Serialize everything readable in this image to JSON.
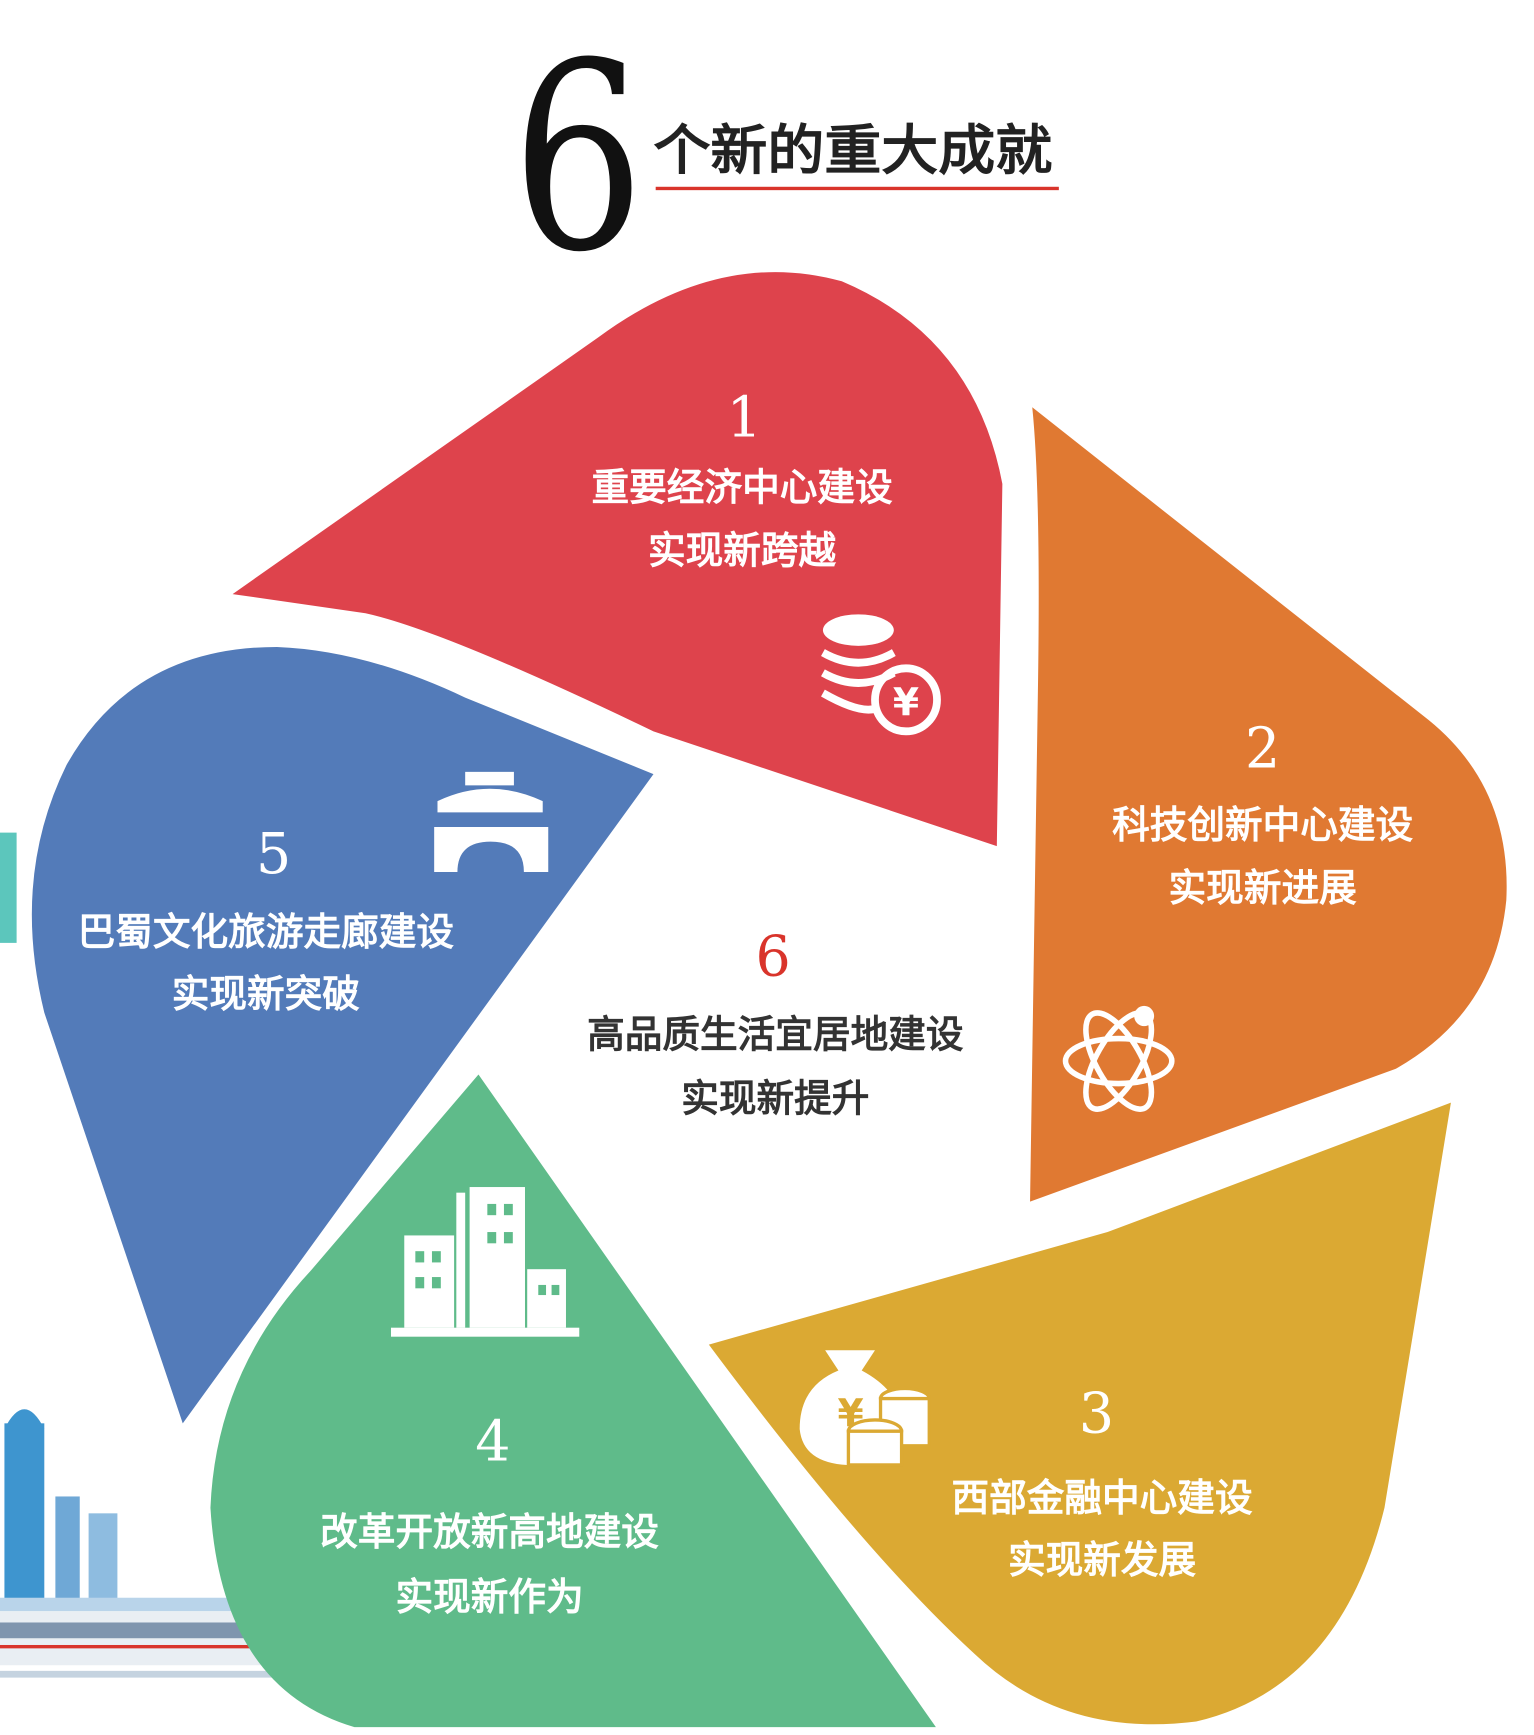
{
  "title": {
    "number": "6",
    "text": "个新的重大成就"
  },
  "colors": {
    "red": "#DE434C",
    "orange": "#E07932",
    "yellow": "#DBA933",
    "green": "#5FBB8A",
    "blue": "#537BB9",
    "accent": "#D9342B"
  },
  "petals": [
    {
      "num": "1",
      "line1": "重要经济中心建设",
      "line2": "实现新跨越",
      "icon": "coins-yuan-icon"
    },
    {
      "num": "2",
      "line1": "科技创新中心建设",
      "line2": "实现新进展",
      "icon": "atom-icon"
    },
    {
      "num": "3",
      "line1": "西部金融中心建设",
      "line2": "实现新发展",
      "icon": "money-bag-icon"
    },
    {
      "num": "4",
      "line1": "改革开放新高地建设",
      "line2": "实现新作为",
      "icon": "buildings-icon"
    },
    {
      "num": "5",
      "line1": "巴蜀文化旅游走廊建设",
      "line2": "实现新突破",
      "icon": "gate-icon"
    }
  ],
  "center": {
    "num": "6",
    "line1": "高品质生活宜居地建设",
    "line2": "实现新提升"
  }
}
